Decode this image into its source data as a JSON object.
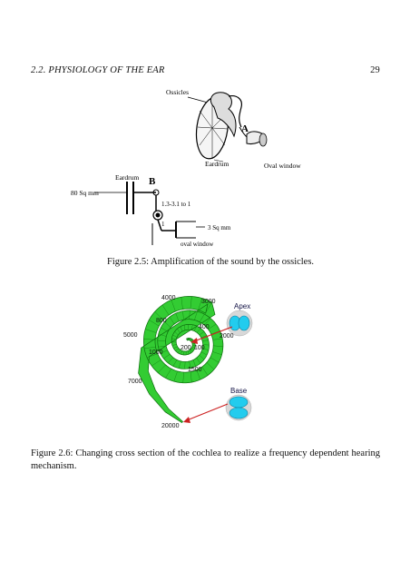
{
  "header": {
    "section": "2.2.  PHYSIOLOGY OF THE EAR",
    "page_number": "29"
  },
  "figure_2_5": {
    "labels": {
      "ossicles": "Ossicles",
      "panel_a": "A",
      "eardrum_a": "Eardrum",
      "oval_window_a": "Oval window",
      "eardrum_b": "Eardrum",
      "panel_b": "B",
      "area_eardrum": "80 Sq mm",
      "ratio": "1.3-3.1 to 1",
      "marker_1": "1",
      "area_oval": "3 Sq mm",
      "oval_window_b": "oval window"
    },
    "caption": "Figure 2.5: Amplification of the sound by the ossicles."
  },
  "figure_2_6": {
    "frequency_labels": [
      "4000",
      "3000",
      "800",
      "400",
      "5000",
      "2000",
      "1000",
      "200",
      "100",
      "1500",
      "7000",
      "20000"
    ],
    "apex_label": "Apex",
    "base_label": "Base",
    "colors": {
      "cochlea": "#33cc33",
      "section": "#22ccee",
      "arrow": "#cc2222"
    },
    "caption": "Figure 2.6: Changing cross section of the cochlea to realize a frequency dependent hearing mechanism."
  }
}
